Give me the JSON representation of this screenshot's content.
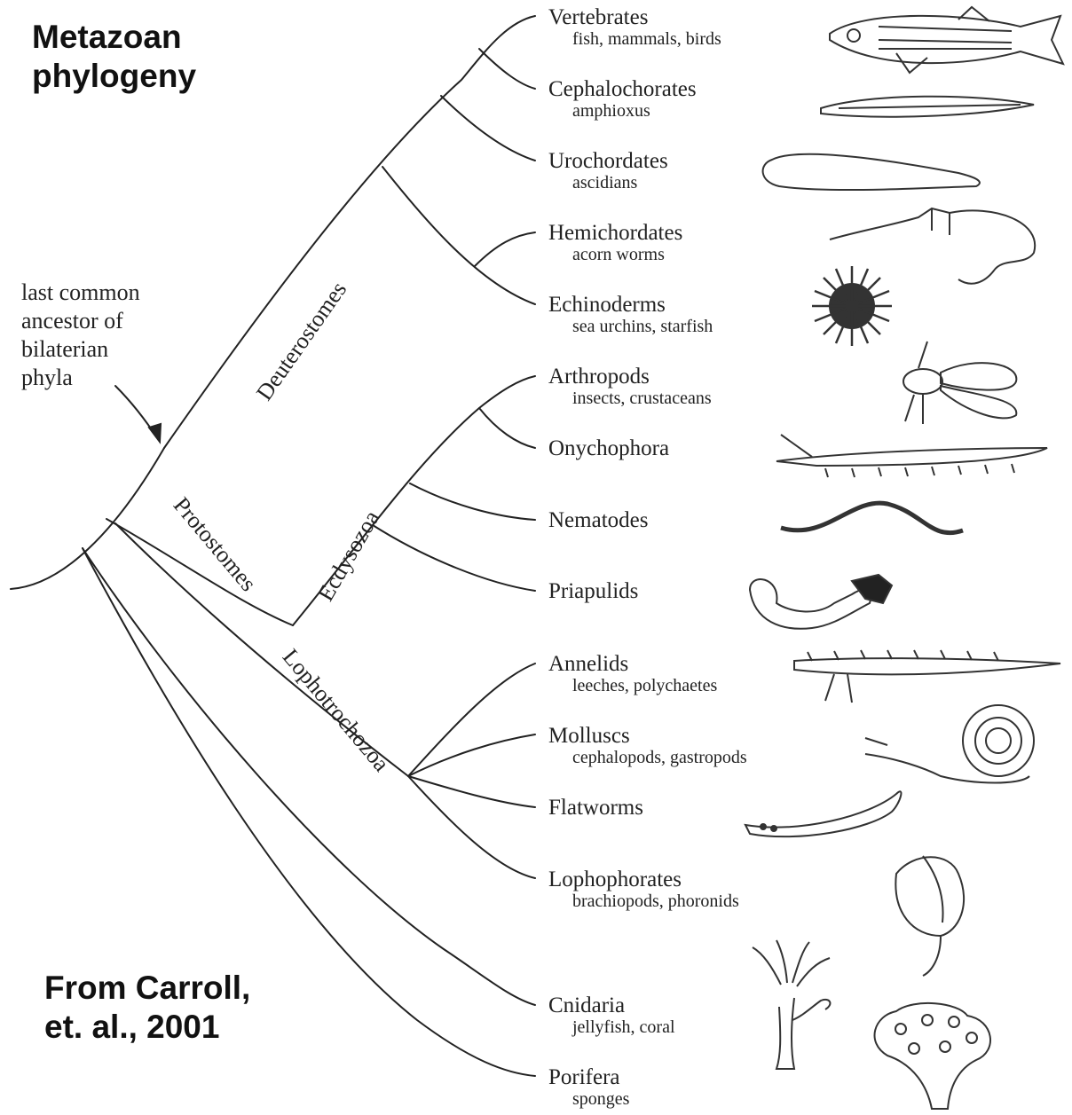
{
  "title": {
    "line1": "Metazoan",
    "line2": "phylogeny"
  },
  "citation": {
    "line1": "From Carroll,",
    "line2": "et. al., 2001"
  },
  "ancestor_note": [
    "last common",
    "ancestor of",
    "bilaterian",
    "phyla"
  ],
  "clades": {
    "deuterostomes": "Deuterostomes",
    "protostomes": "Protostomes",
    "ecdysozoa": "Ecdysozoa",
    "lophotrochozoa": "Lophotrochozoa"
  },
  "taxa": [
    {
      "name": "Vertebrates",
      "examples": "fish, mammals, birds",
      "icon": "fish-icon"
    },
    {
      "name": "Cephalochorates",
      "examples": "amphioxus",
      "icon": "lancelet-icon"
    },
    {
      "name": "Urochordates",
      "examples": "ascidians",
      "icon": "tunicate-icon"
    },
    {
      "name": "Hemichordates",
      "examples": "acorn worms",
      "icon": "acorn-worm-icon"
    },
    {
      "name": "Echinoderms",
      "examples": "sea urchins, starfish",
      "icon": "sea-urchin-icon"
    },
    {
      "name": "Arthropods",
      "examples": "insects, crustaceans",
      "icon": "fly-icon"
    },
    {
      "name": "Onychophora",
      "examples": "",
      "icon": "velvet-worm-icon"
    },
    {
      "name": "Nematodes",
      "examples": "",
      "icon": "roundworm-icon"
    },
    {
      "name": "Priapulids",
      "examples": "",
      "icon": "priapulid-icon"
    },
    {
      "name": "Annelids",
      "examples": "leeches, polychaetes",
      "icon": "polychaete-icon"
    },
    {
      "name": "Molluscs",
      "examples": "cephalopods, gastropods",
      "icon": "snail-icon"
    },
    {
      "name": "Flatworms",
      "examples": "",
      "icon": "flatworm-icon"
    },
    {
      "name": "Lophophorates",
      "examples": "brachiopods, phoronids",
      "icon": "brachiopod-icon"
    },
    {
      "name": "Cnidaria",
      "examples": "jellyfish, coral",
      "icon": "hydra-icon"
    },
    {
      "name": "Porifera",
      "examples": "sponges",
      "icon": "sponge-icon"
    }
  ]
}
